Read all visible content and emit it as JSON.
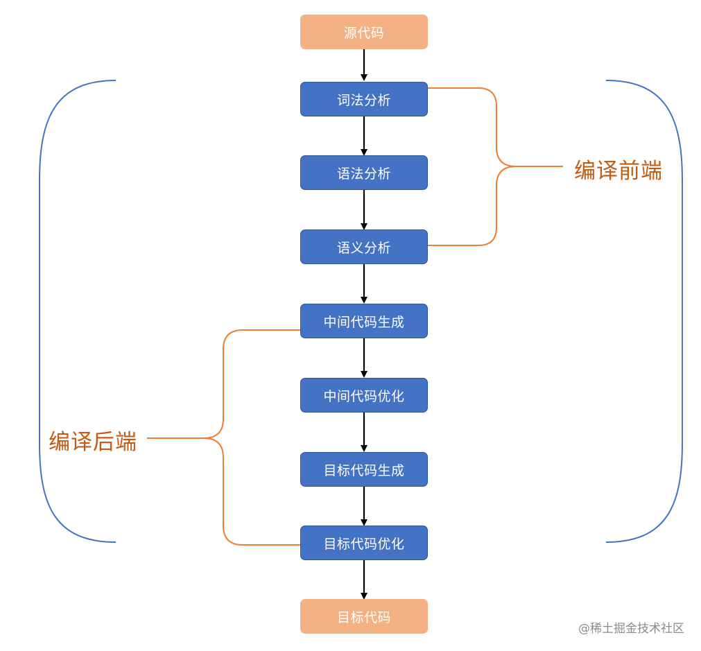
{
  "nodes": [
    {
      "id": "source-code",
      "label": "源代码",
      "kind": "endpoint"
    },
    {
      "id": "lexical-analysis",
      "label": "词法分析",
      "kind": "stage"
    },
    {
      "id": "syntax-analysis",
      "label": "语法分析",
      "kind": "stage"
    },
    {
      "id": "semantic-analysis",
      "label": "语义分析",
      "kind": "stage"
    },
    {
      "id": "ir-generation",
      "label": "中间代码生成",
      "kind": "stage"
    },
    {
      "id": "ir-optimization",
      "label": "中间代码优化",
      "kind": "stage"
    },
    {
      "id": "target-code-generation",
      "label": "目标代码生成",
      "kind": "stage"
    },
    {
      "id": "target-code-optimization",
      "label": "目标代码优化",
      "kind": "stage"
    },
    {
      "id": "target-code",
      "label": "目标代码",
      "kind": "endpoint"
    }
  ],
  "groups": {
    "frontend": {
      "label": "编译前端"
    },
    "backend": {
      "label": "编译后端"
    }
  },
  "watermark": "@稀土掘金技术社区",
  "colors": {
    "stage_fill": "#4472c4",
    "endpoint_fill": "#f4b183",
    "brace_blue": "#4472c4",
    "brace_orange": "#ed7d31",
    "label_orange": "#c55a11",
    "arrow": "#000000"
  }
}
